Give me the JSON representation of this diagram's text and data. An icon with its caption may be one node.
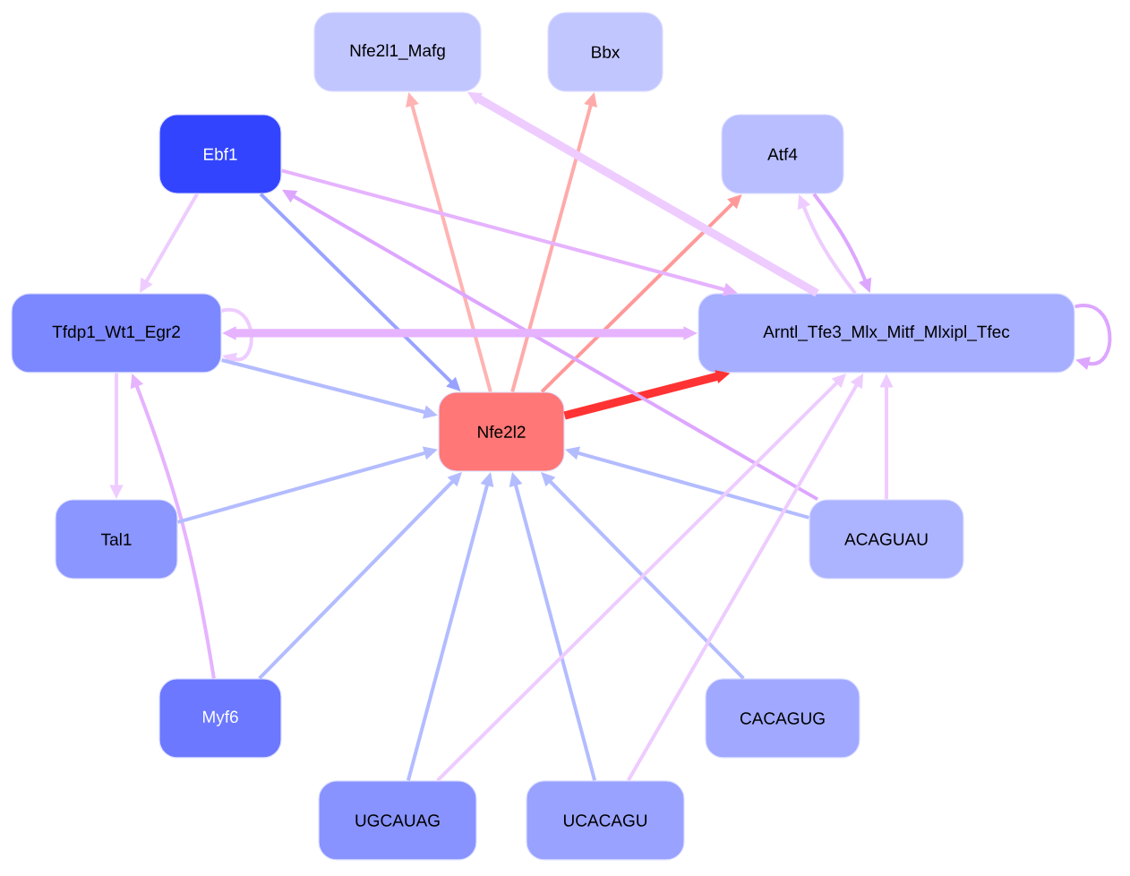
{
  "diagram": {
    "nodes": [
      {
        "text": [
          "Nfe2l1_Mafg"
        ]
      },
      {
        "text": [
          "Bbx"
        ]
      },
      {
        "text": [
          "Ebf1"
        ]
      },
      {
        "text": [
          "Atf4"
        ]
      },
      {
        "text": [
          "Tfdp1_Wt1_Egr2"
        ]
      },
      {
        "text": [
          "Arntl_Tfe3_Mlx_Mitf_Mlxipl_Tfec"
        ]
      },
      {
        "text": [
          "Nfe2l2"
        ]
      },
      {
        "text": [
          "Tal1"
        ]
      },
      {
        "text": [
          "ACAGUAU"
        ]
      },
      {
        "text": [
          "Myf6"
        ]
      },
      {
        "text": [
          "CACAGUG"
        ]
      },
      {
        "text": [
          "UGCAUAG"
        ]
      },
      {
        "text": [
          "UCACAGU"
        ]
      }
    ],
    "edges": [
      {
        "from": 6,
        "to": 0,
        "arrow": "to",
        "color": "#ffb3b3"
      },
      {
        "from": 6,
        "to": 1,
        "arrow": "to",
        "color": "#ffaaaa"
      },
      {
        "from": 6,
        "to": 3,
        "arrow": "to",
        "color": "#ff9999"
      },
      {
        "from": 6,
        "to": 5,
        "arrow": "to",
        "color": "#ff3333",
        "style": "thick"
      },
      {
        "from": 2,
        "to": 6,
        "arrow": "to",
        "color": "#99a3ff"
      },
      {
        "from": 2,
        "to": 4,
        "arrow": "to",
        "color": "#eeccff"
      },
      {
        "from": 2,
        "to": 5,
        "arrow": "to",
        "color": "#e6b3ff"
      },
      {
        "from": 8,
        "to": 2,
        "arrow": "to",
        "color": "#dda6ff"
      },
      {
        "from": 5,
        "to": 0,
        "arrow": "to",
        "color": "#eeccff",
        "style": "thick"
      },
      {
        "from": 3,
        "to": 5,
        "arrow": "to",
        "color": "#dda6ff"
      },
      {
        "from": 5,
        "to": 3,
        "arrow": "to",
        "color": "#eeccff"
      },
      {
        "from": 5,
        "to": 5,
        "arrow": "to",
        "color": "#dda6ff"
      },
      {
        "from": 4,
        "to": 4,
        "arrow": "to",
        "color": "#eeccff"
      },
      {
        "from": 4,
        "to": 5,
        "arrow": "both",
        "color": "#e6b3ff",
        "style": "thick"
      },
      {
        "from": 4,
        "to": 6,
        "arrow": "to"
      },
      {
        "from": 4,
        "to": 7,
        "arrow": "to",
        "color": "#eeccff"
      },
      {
        "from": 9,
        "to": 4,
        "arrow": "to",
        "color": "#e6b3ff"
      },
      {
        "from": 7,
        "to": 6,
        "arrow": "to"
      },
      {
        "from": 9,
        "to": 6,
        "arrow": "to"
      },
      {
        "from": 11,
        "to": 6,
        "arrow": "to"
      },
      {
        "from": 12,
        "to": 6,
        "arrow": "to"
      },
      {
        "from": 10,
        "to": 6,
        "arrow": "to"
      },
      {
        "from": 8,
        "to": 6,
        "arrow": "to"
      },
      {
        "from": 11,
        "to": 5,
        "arrow": "to",
        "color": "#eeccff"
      },
      {
        "from": 12,
        "to": 5,
        "arrow": "to",
        "color": "#eeccff"
      },
      {
        "from": 8,
        "to": 5,
        "arrow": "to",
        "color": "#eeccff"
      }
    ]
  }
}
